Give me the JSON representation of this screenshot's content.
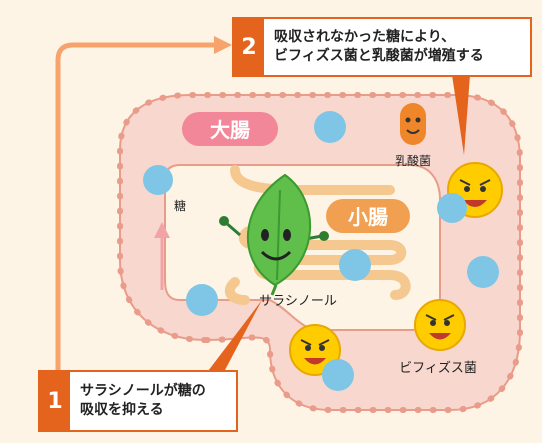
{
  "organs": {
    "large_intestine": "大腸",
    "small_intestine": "小腸"
  },
  "labels": {
    "sugar": "糖",
    "lactic_acid_bacteria": "乳酸菌",
    "salacinol": "サラシノール",
    "bifidobacteria": "ビフィズス菌"
  },
  "callouts": [
    {
      "number": "1",
      "line1": "サラシノールが糖の",
      "line2": "吸収を抑える"
    },
    {
      "number": "2",
      "line1": "吸収されなかった糖により、",
      "line2": "ビフィズス菌と乳酸菌が増殖する"
    }
  ],
  "colors": {
    "background": "#fdf4e6",
    "large_intestine_fill": "#f8d7ce",
    "large_intestine_outline": "#ea9c8a",
    "small_intestine": "#f5c890",
    "accent_orange": "#e4641e",
    "sugar_ball": "#7fc6e6",
    "bacteria_yellow": "#ffcc00",
    "leaf_green": "#5fbf4a",
    "large_label_bg": "#f2879a",
    "small_label_bg": "#f0a050"
  },
  "icons": [
    "sugar-ball-icon",
    "lactic-acid-bacteria-icon",
    "bifidobacteria-face-icon",
    "salacinol-leaf-mascot-icon",
    "arrow-icon"
  ]
}
